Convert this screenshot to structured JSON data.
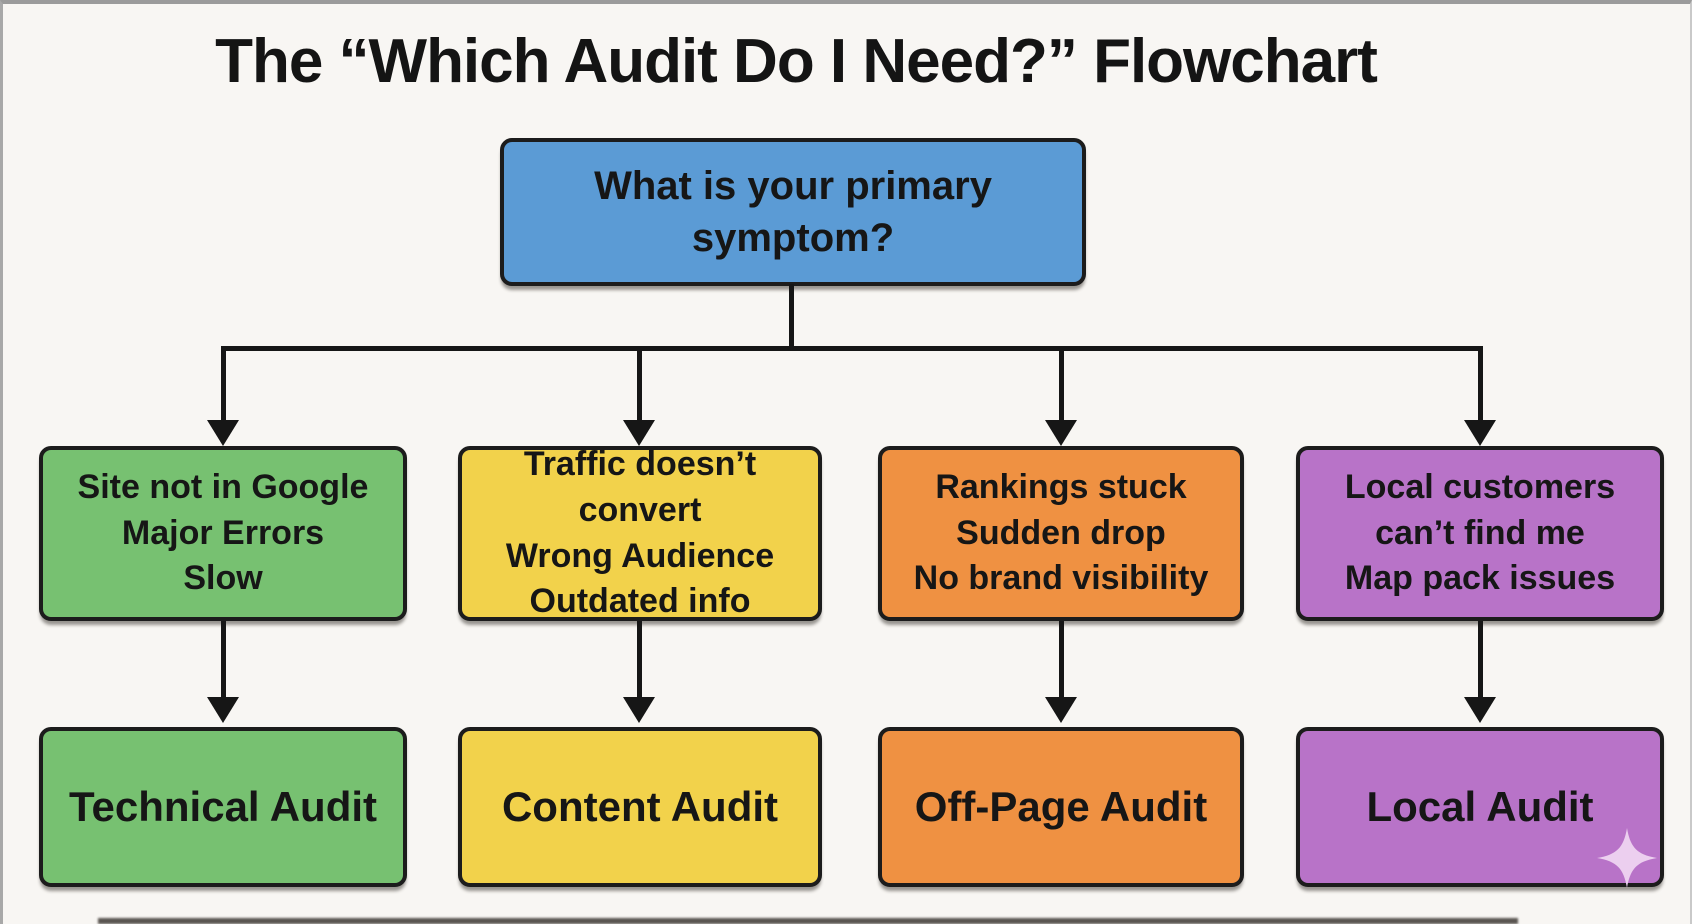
{
  "title": "The “Which Audit Do I Need?” Flowchart",
  "root": {
    "label": "What is your primary symptom?",
    "color": "#5b9bd5"
  },
  "columns": [
    {
      "name": "technical",
      "color": "#77c171",
      "symptom_lines": [
        "Site not in Google",
        "Major Errors",
        "Slow"
      ],
      "audit": "Technical Audit"
    },
    {
      "name": "content",
      "color": "#f2d24b",
      "symptom_lines": [
        "Traffic doesn’t convert",
        "Wrong Audience",
        "Outdated info"
      ],
      "audit": "Content Audit"
    },
    {
      "name": "off-page",
      "color": "#ef9142",
      "symptom_lines": [
        "Rankings stuck",
        "Sudden drop",
        "No brand visibility"
      ],
      "audit": "Off-Page Audit"
    },
    {
      "name": "local",
      "color": "#b873c8",
      "symptom_lines": [
        "Local customers",
        "can’t find me",
        "Map pack issues"
      ],
      "audit": "Local Audit"
    }
  ],
  "decorations": {
    "sparkle_icon": "four-pointed-star",
    "sparkle_color": "#eccfef",
    "line_color": "#161616"
  }
}
